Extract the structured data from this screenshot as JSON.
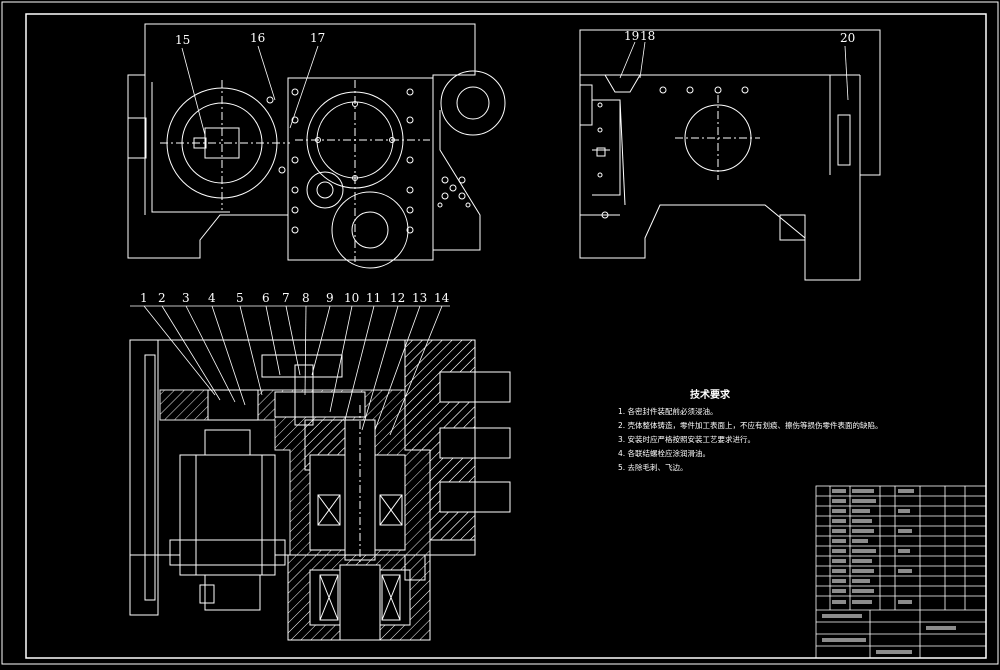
{
  "colors": {
    "background": "#000000",
    "line": "#ffffff",
    "accent": "#ffff66"
  },
  "part_labels": [
    "1",
    "2",
    "3",
    "4",
    "5",
    "6",
    "7",
    "8",
    "9",
    "10",
    "11",
    "12",
    "13",
    "14",
    "15",
    "16",
    "17",
    "18",
    "19",
    "20"
  ],
  "tech_requirements": {
    "title": "技术要求",
    "items": [
      "1. 各密封件装配前必须浸油。",
      "2. 壳体整体铸造，零件加工表面上，不应有划痕、擦伤等损伤零件表面的缺陷。",
      "3. 安装时应严格按照安装工艺要求进行。",
      "4. 各联结螺栓应涂润滑油。",
      "5. 去除毛刺、飞边。"
    ]
  }
}
